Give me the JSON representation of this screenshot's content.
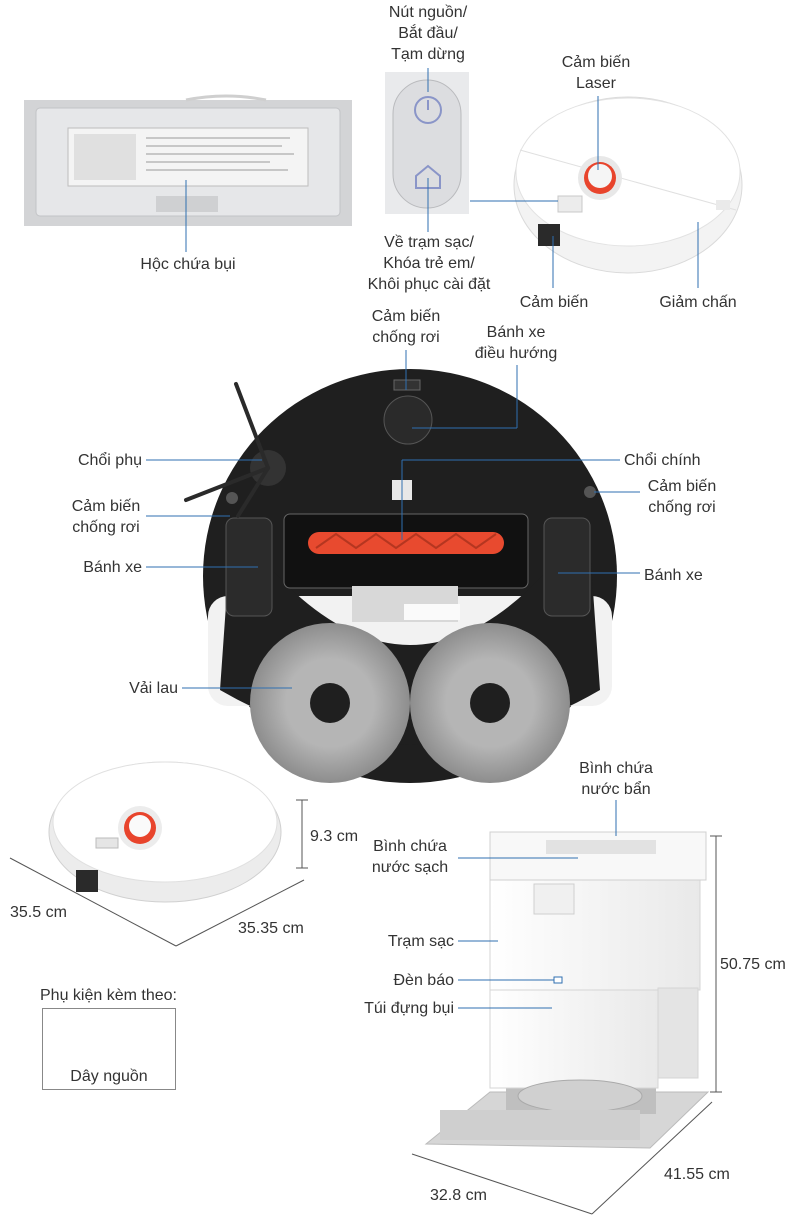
{
  "colors": {
    "line": "#2f6fb0",
    "accent_red": "#e8442c",
    "robot_black": "#1f1f1f",
    "mop_grey": "#9a9a9a",
    "station_white": "#f4f4f4"
  },
  "top": {
    "dust_bin": "Hộc chứa bụi",
    "power_button": [
      "Nút nguồn/",
      "Bắt đầu/",
      "Tạm dừng"
    ],
    "home_button": [
      "Về trạm sạc/",
      "Khóa trẻ em/",
      "Khôi phục cài đặt"
    ],
    "laser_sensor": [
      "Cảm biến",
      "Laser"
    ],
    "sensor": "Cảm biến",
    "bumper": "Giảm chấn"
  },
  "bottom": {
    "cliff_sensor_top": [
      "Cảm biến",
      "chống rơi"
    ],
    "steering_wheel": [
      "Bánh xe",
      "điều hướng"
    ],
    "side_brush": "Chổi phụ",
    "main_brush": "Chổi chính",
    "cliff_sensor_left": [
      "Cảm biến",
      "chống rơi"
    ],
    "cliff_sensor_right": [
      "Cảm biến",
      "chống rơi"
    ],
    "wheel_left": "Bánh xe",
    "wheel_right": "Bánh xe",
    "mop": "Vải lau"
  },
  "dimensions": {
    "robot_height": "9.3 cm",
    "robot_length": "35.5 cm",
    "robot_width": "35.35 cm",
    "station_height": "50.75 cm",
    "station_width": "32.8 cm",
    "station_depth": "41.55 cm"
  },
  "station": {
    "dirty_tank": [
      "Bình chứa",
      "nước bẩn"
    ],
    "clean_tank": [
      "Bình chứa",
      "nước sạch"
    ],
    "charging_dock": "Trạm sạc",
    "indicator": "Đèn báo",
    "dust_bag": "Túi đựng bụi"
  },
  "accessories": {
    "title": "Phụ kiện kèm theo:",
    "power_cord": "Dây nguồn"
  }
}
